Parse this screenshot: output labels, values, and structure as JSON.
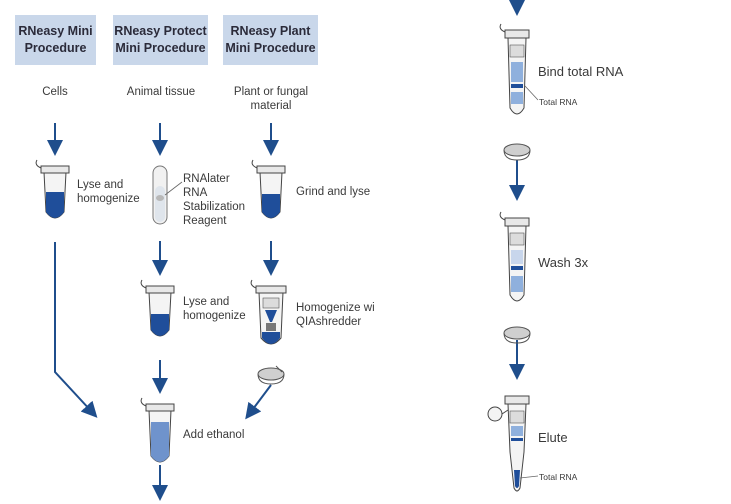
{
  "headers": [
    {
      "text": "RNeasy Mini\nProcedure"
    },
    {
      "text": "RNeasy Protect\nMini Procedure"
    },
    {
      "text": "RNeasy Plant\nMini Procedure"
    }
  ],
  "sources": [
    "Cells",
    "Animal tissue",
    "Plant or fungal\nmaterial"
  ],
  "steps": {
    "lyse_homogenize_1": "Lyse and\nhomogenize",
    "rnalater": "RNAlater\nRNA\nStabilization\nReagent",
    "grind_lyse": "Grind and lyse",
    "lyse_homogenize_2": "Lyse and\nhomogenize",
    "homogenize_qia": "Homogenize wi\nQIAshredder",
    "add_ethanol": "Add ethanol",
    "bind_total_rna": "Bind total RNA",
    "total_rna_1": "Total RNA",
    "wash": "Wash 3x",
    "elute": "Elute",
    "total_rna_2": "Total RNA"
  },
  "colors": {
    "header_bg": "#c9d7ea",
    "arrow": "#1f4e8c",
    "liquid": "#1f4e9a",
    "liquid_light": "#8fb0dd",
    "tube_outline": "#444444"
  }
}
